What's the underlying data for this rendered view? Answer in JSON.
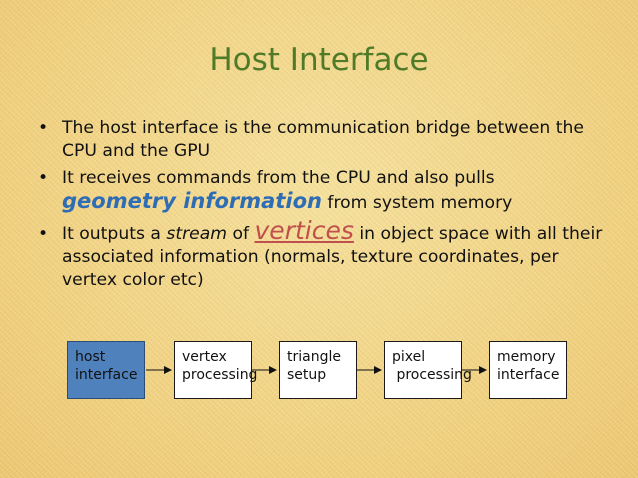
{
  "title": "Host Interface",
  "bullets": [
    {
      "marker": "•",
      "text": "The host interface is the communication bridge between the CPU and the GPU"
    },
    {
      "marker": "•",
      "pre": "It receives commands from the CPU and also pulls ",
      "highlight": "geometry information",
      "post": " from system memory"
    },
    {
      "marker": "•",
      "pre": "It outputs a ",
      "stream": "stream",
      "mid": " of ",
      "highlight": "vertices",
      "post": " in object space with all their associated information (normals, texture coordinates, per vertex color etc)"
    }
  ],
  "pipeline": [
    {
      "line1": "host",
      "line2": "interface",
      "active": true
    },
    {
      "line1": "vertex",
      "line2": "processing",
      "active": false
    },
    {
      "line1": "triangle",
      "line2": "setup",
      "active": false
    },
    {
      "line1": "pixel",
      "line2": " processing",
      "active": false
    },
    {
      "line1": "memory",
      "line2": "interface",
      "active": false
    }
  ],
  "colors": {
    "title": "#4f7a28",
    "highlight_blue": "#2e6db5",
    "highlight_red": "#c0504d",
    "active_box": "#4f81bd"
  }
}
